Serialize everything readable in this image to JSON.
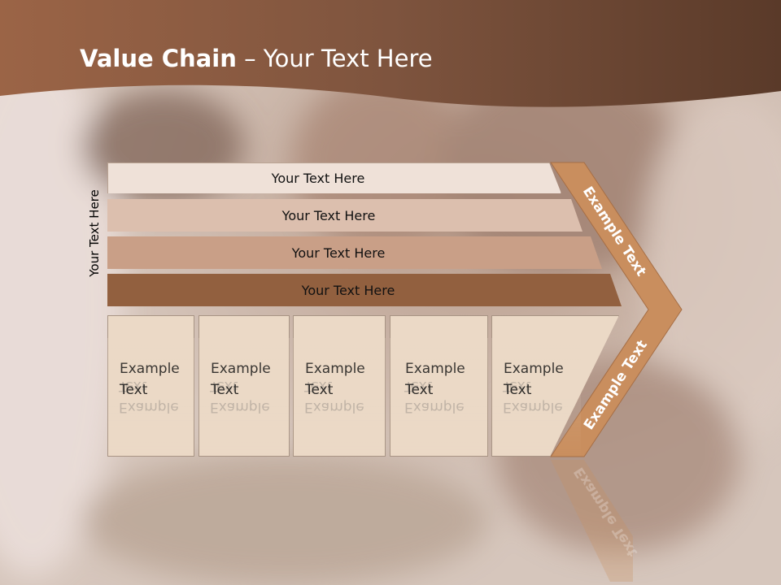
{
  "title": {
    "bold": "Value Chain",
    "rest": " – Your Text Here"
  },
  "side_label": "Your Text Here",
  "bars": [
    {
      "label": "Your Text Here"
    },
    {
      "label": "Your Text Here"
    },
    {
      "label": "Your Text Here"
    },
    {
      "label": "Your Text Here"
    }
  ],
  "columns": [
    {
      "line1": "Example",
      "line2": "Text"
    },
    {
      "line1": "Example",
      "line2": "Text"
    },
    {
      "line1": "Example",
      "line2": "Text"
    },
    {
      "line1": "Example",
      "line2": "Text"
    },
    {
      "line1": "Example",
      "line2": "Text"
    }
  ],
  "arrow": {
    "top_label": "Example Text",
    "bottom_label": "Example Text"
  },
  "colors": {
    "header": "#8a5a3e",
    "bar1": "#efe1d8",
    "bar2": "#dcbfae",
    "bar3": "#c99f87",
    "bar4": "#92603f",
    "column": "#ebd9c6",
    "arrow": "#c98e5e"
  }
}
